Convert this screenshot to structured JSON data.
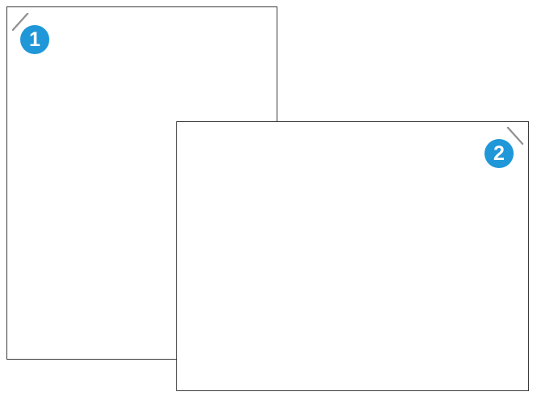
{
  "colors": {
    "badge": "#1f97d8",
    "page_border": "#3a3a3a",
    "staple": "#8a8a8a"
  },
  "pages": [
    {
      "orientation": "portrait",
      "staple_position": "top-left",
      "staple_icon": "staple-icon",
      "badge_label": "1"
    },
    {
      "orientation": "landscape",
      "staple_position": "top-right",
      "staple_icon": "staple-icon",
      "badge_label": "2"
    }
  ]
}
